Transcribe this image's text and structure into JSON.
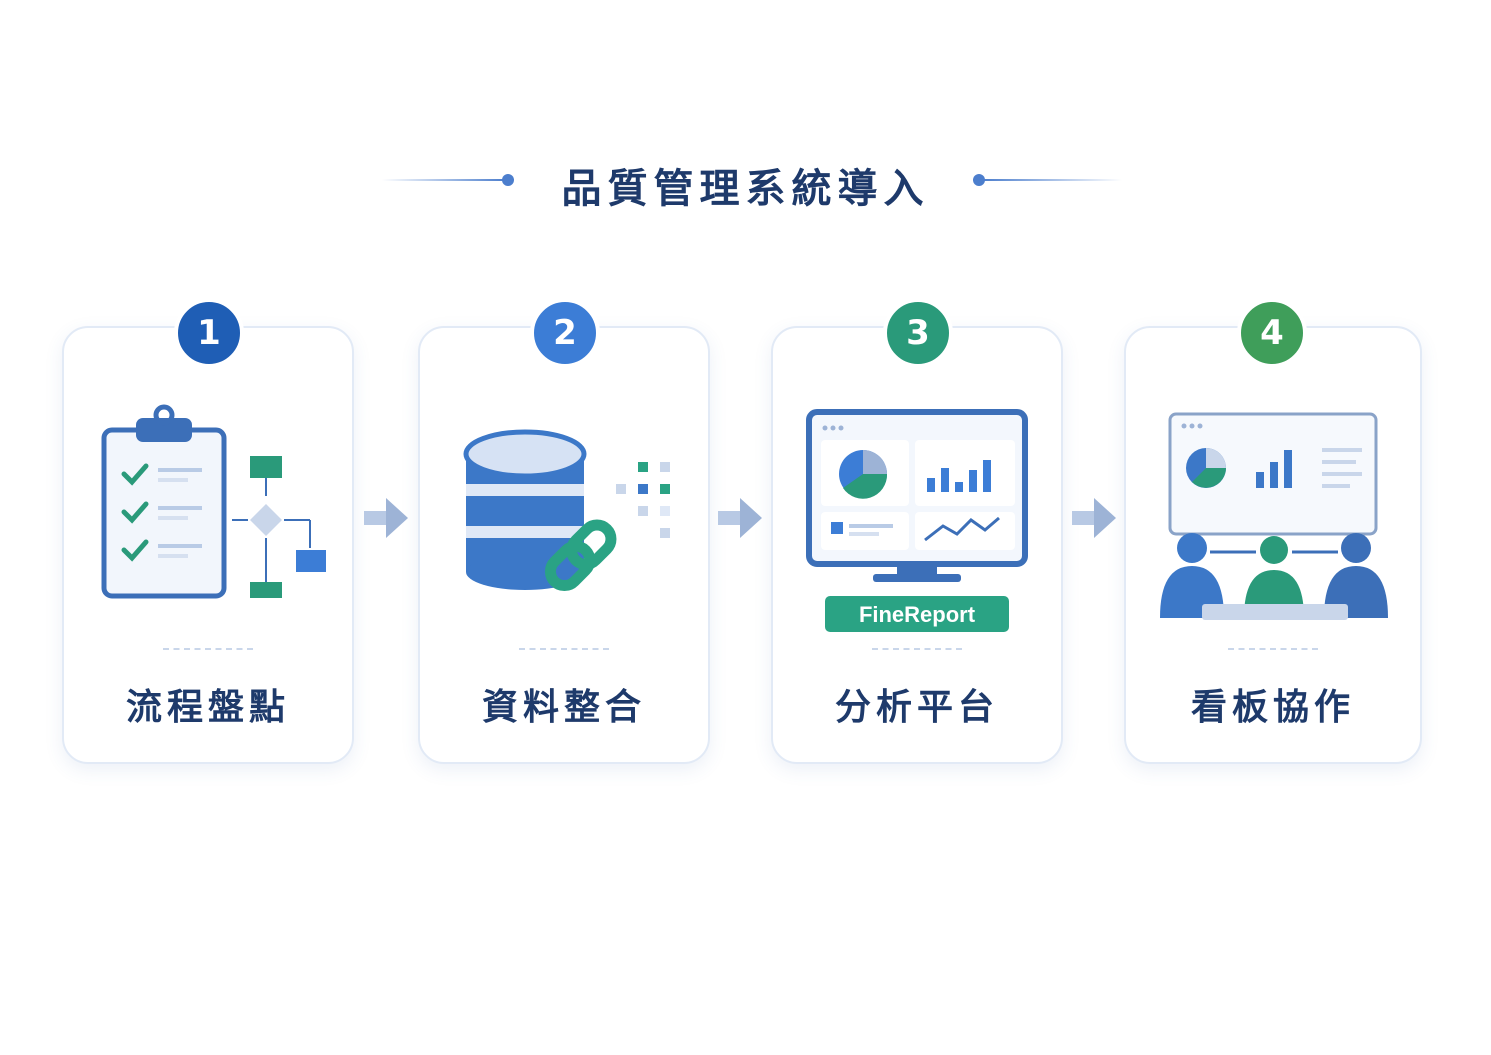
{
  "title": "品質管理系統導入",
  "steps": [
    {
      "number": "1",
      "label": "流程盤點",
      "badge_color": "#1f5eb5",
      "icon": "clipboard-flowchart-icon"
    },
    {
      "number": "2",
      "label": "資料整合",
      "badge_color": "#3c7dd6",
      "icon": "database-link-icon"
    },
    {
      "number": "3",
      "label": "分析平台",
      "badge_color": "#2a9a7a",
      "icon": "monitor-dashboard-icon",
      "icon_caption": "FineReport"
    },
    {
      "number": "4",
      "label": "看板協作",
      "badge_color": "#3f9e5a",
      "icon": "dashboard-team-icon"
    }
  ],
  "colors": {
    "primary": "#1e3a6b",
    "blue": "#3c78c8",
    "teal": "#2a9a7a",
    "arrow": "#9db3d6"
  }
}
